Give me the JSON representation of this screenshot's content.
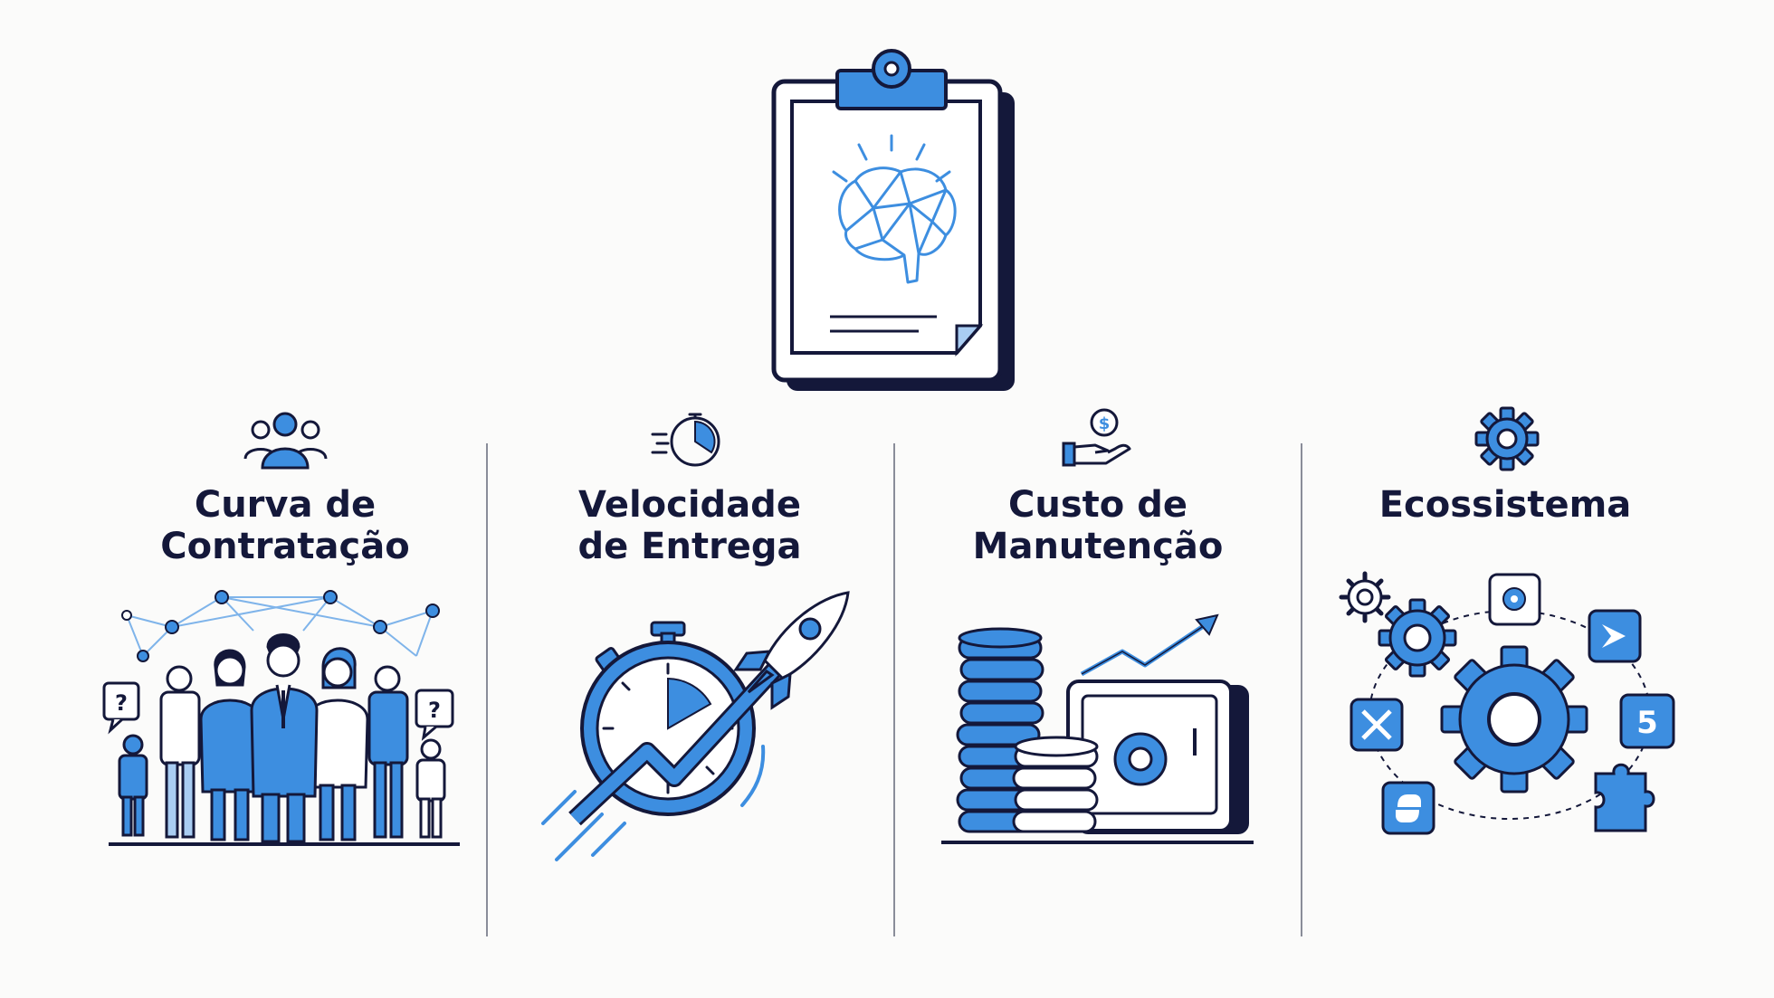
{
  "colors": {
    "accent": "#3d8ee0",
    "accent_light": "#a9cdf2",
    "navy": "#14183a",
    "background": "#fbfbfa"
  },
  "icons": {
    "top": "clipboard-brain-icon",
    "hiring": "people-group-icon",
    "delivery": "stopwatch-icon",
    "maintenance": "hand-coin-icon",
    "ecosystem": "gear-icon"
  },
  "columns": [
    {
      "line1": "Curva de",
      "line2": "Contratação"
    },
    {
      "line1": "Velocidade",
      "line2": "de Entrega"
    },
    {
      "line1": "Custo de",
      "line2": "Manutenção"
    },
    {
      "line1": "Ecossistema",
      "line2": ""
    }
  ],
  "badges": {
    "question_mark": "?",
    "dollar": "$",
    "five": "5"
  }
}
